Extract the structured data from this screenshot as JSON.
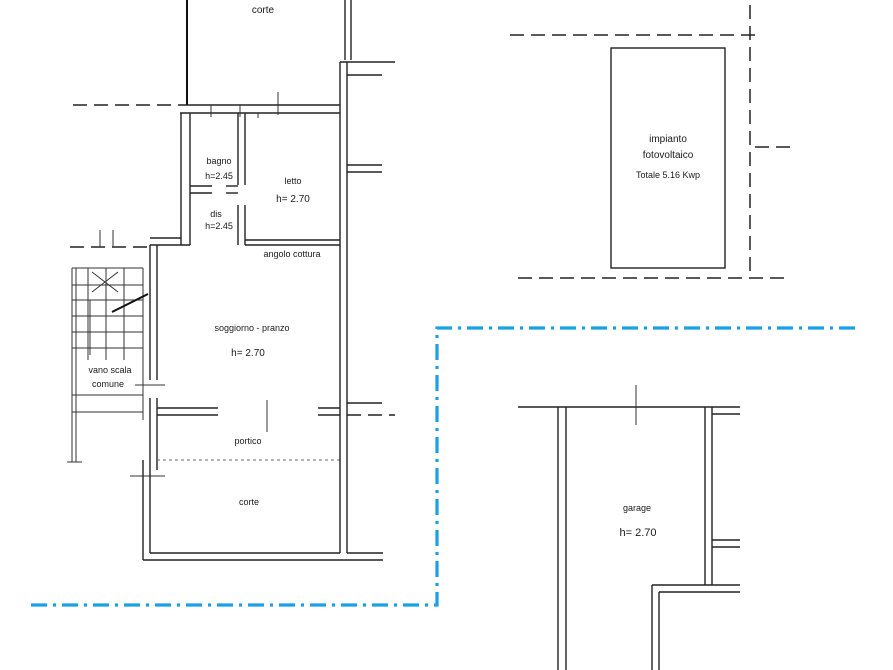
{
  "rooms": {
    "corte_top": "corte",
    "bagno": "bagno",
    "bagno_h": "h=2.45",
    "letto": "letto",
    "letto_h": "h= 2.70",
    "dis": "dis",
    "dis_h": "h=2.45",
    "angolo_cottura": "angolo cottura",
    "soggiorno": "soggiorno - pranzo",
    "soggiorno_h": "h= 2.70",
    "vano_scala_1": "vano scala",
    "vano_scala_2": "comune",
    "portico": "portico",
    "corte_bottom": "corte",
    "garage": "garage",
    "garage_h": "h= 2.70"
  },
  "impianto": {
    "line1": "impianto",
    "line2": "fotovoltaico",
    "line3": "Totale 5.16 Kwp"
  },
  "colors": {
    "boundary": "#1aa0e6",
    "walls": "#222222"
  }
}
